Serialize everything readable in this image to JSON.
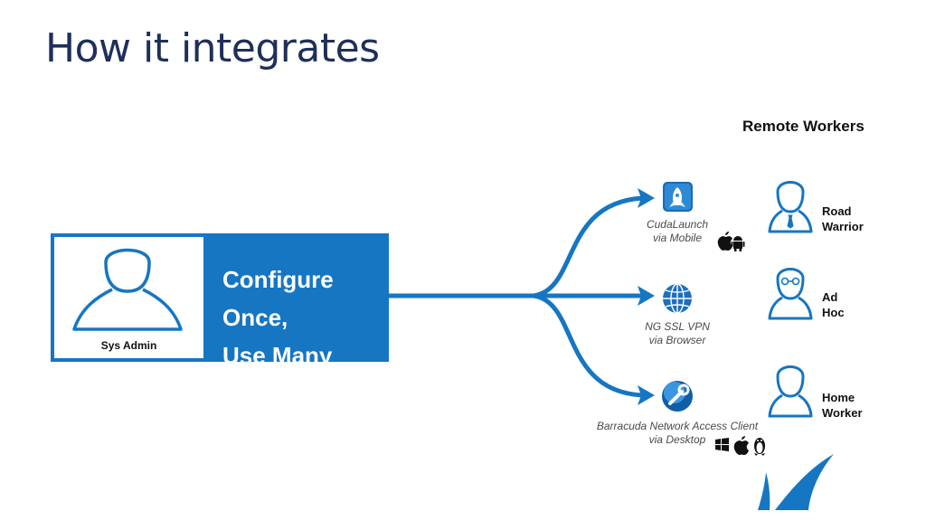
{
  "title": "How it integrates",
  "remote_heading": "Remote Workers",
  "admin": {
    "title_line1": "Configure Once,",
    "title_line2": "Use Many",
    "label": "Sys Admin"
  },
  "access_methods": [
    {
      "name": "CudaLaunch",
      "via": "via Mobile",
      "icon": "cudalaunch-icon",
      "platforms": [
        "apple-icon",
        "android-icon"
      ]
    },
    {
      "name": "NG SSL VPN",
      "via": "via Browser",
      "icon": "globe-icon",
      "platforms": []
    },
    {
      "name": "Barracuda Network Access Client",
      "via": "via Desktop",
      "icon": "wrench-icon",
      "platforms": [
        "windows-icon",
        "apple-icon",
        "linux-icon"
      ]
    }
  ],
  "workers": [
    {
      "line1": "Road",
      "line2": "Warrior",
      "icon": "user-with-tie-icon"
    },
    {
      "line1": "Ad",
      "line2": "Hoc",
      "icon": "user-with-glasses-icon"
    },
    {
      "line1": "Home",
      "line2": "Worker",
      "icon": "user-icon"
    }
  ],
  "colors": {
    "accent": "#1676c2",
    "title": "#1f2f5a",
    "text": "#111111"
  }
}
